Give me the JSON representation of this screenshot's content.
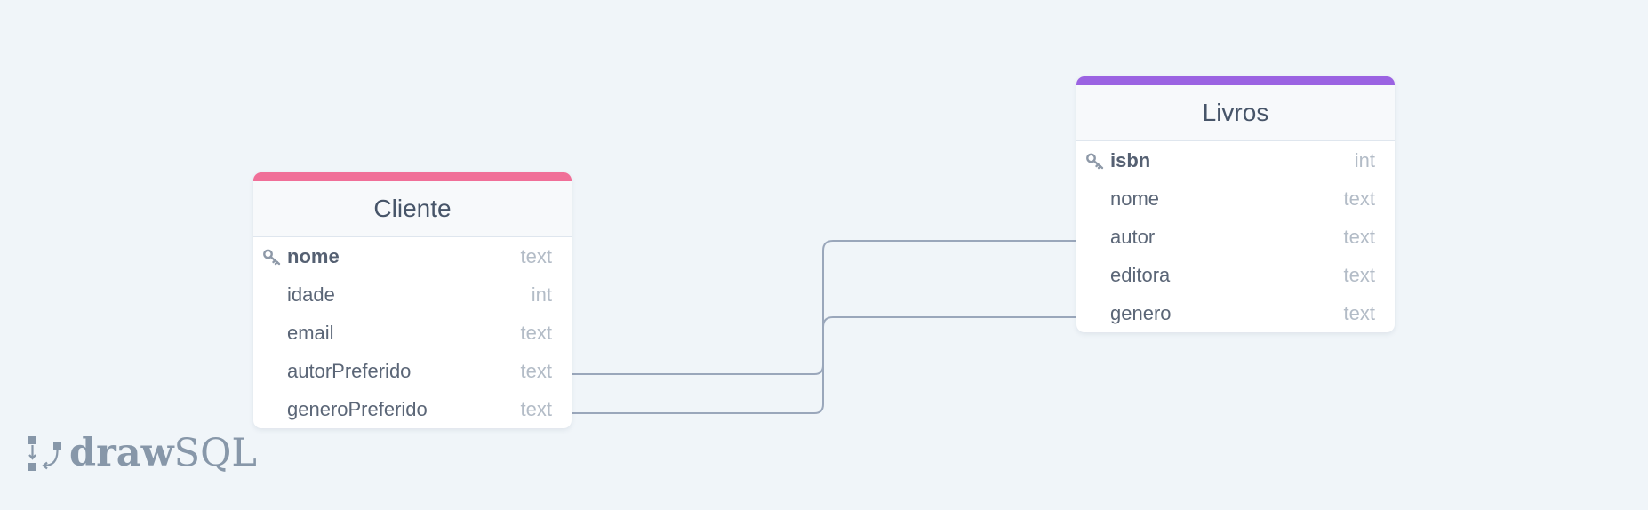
{
  "colors": {
    "background": "#f0f5f9",
    "cliente_accent": "#f06f98",
    "livros_accent": "#9b63e2",
    "connector": "#9aa7bb"
  },
  "tables": {
    "cliente": {
      "name": "Cliente",
      "fields": [
        {
          "name": "nome",
          "type": "text",
          "primary_key": true
        },
        {
          "name": "idade",
          "type": "int",
          "primary_key": false
        },
        {
          "name": "email",
          "type": "text",
          "primary_key": false
        },
        {
          "name": "autorPreferido",
          "type": "text",
          "primary_key": false
        },
        {
          "name": "generoPreferido",
          "type": "text",
          "primary_key": false
        }
      ]
    },
    "livros": {
      "name": "Livros",
      "fields": [
        {
          "name": "isbn",
          "type": "int",
          "primary_key": true
        },
        {
          "name": "nome",
          "type": "text",
          "primary_key": false
        },
        {
          "name": "autor",
          "type": "text",
          "primary_key": false
        },
        {
          "name": "editora",
          "type": "text",
          "primary_key": false
        },
        {
          "name": "genero",
          "type": "text",
          "primary_key": false
        }
      ]
    }
  },
  "relationships": [
    {
      "from": "Cliente.autorPreferido",
      "to": "Livros.autor"
    },
    {
      "from": "Cliente.generoPreferido",
      "to": "Livros.genero"
    }
  ],
  "logo": {
    "bold": "draw",
    "light": "SQL"
  }
}
